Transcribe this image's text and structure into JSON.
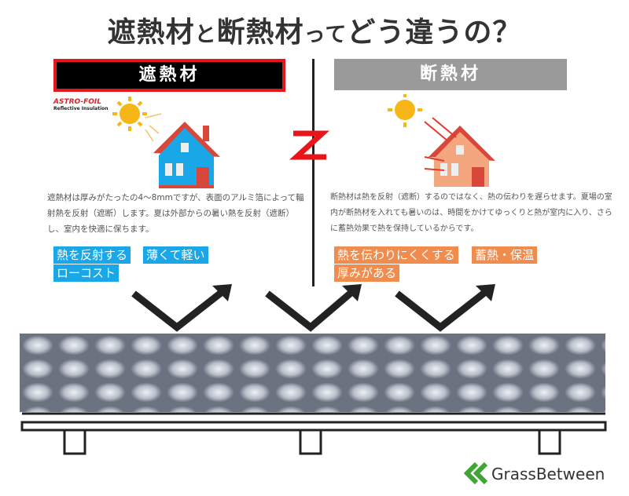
{
  "title": {
    "main1": "遮熱材",
    "small1": "と",
    "main2": "断熱材",
    "small2": "って",
    "main3": "どう違うの？"
  },
  "left": {
    "header": "遮熱材",
    "logo": "ASTRO-FOIL",
    "logo_sub": "Reflective Insulation",
    "description": "遮熱材は厚みがたったの4～8mmですが、表面のアルミ箔によって輻射熱を反射（遮断）します。夏は外部からの暑い熱を反射（遮断）し、室内を快適に保ちます。",
    "tags": [
      "熱を反射する",
      "薄くて軽い",
      "ローコスト"
    ],
    "color": "#1aa7e8"
  },
  "right": {
    "header": "断熱材",
    "description": "断熱材は熱を反射（遮断）するのではなく、熱の伝わりを遅らせます。夏場の室内が断熱材を入れても暑いのは、時間をかけてゆっくりと熱が室内に入り、さらに蓄熱効果で熱を保持しているからです。",
    "tags": [
      "熱を伝わりにくくする",
      "蓄熱・保温",
      "厚みがある"
    ],
    "color": "#ef8c4e"
  },
  "brand": "GrassBetween"
}
